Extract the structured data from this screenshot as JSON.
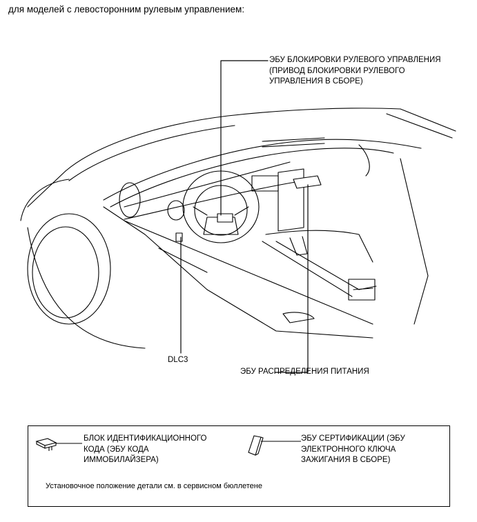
{
  "header": {
    "text": "для моделей с левосторонним рулевым управлением:"
  },
  "callouts": {
    "steering_lock_ecu": "ЭБУ БЛОКИРОВКИ РУЛЕВОГО УПРАВЛЕНИЯ (ПРИВОД БЛОКИРОВКИ РУЛЕВОГО УПРАВЛЕНИЯ В СБОРЕ)",
    "dlc3": "DLC3",
    "power_distribution_ecu": "ЭБУ РАСПРЕДЕЛЕНИЯ ПИТАНИЯ"
  },
  "legend": {
    "item1": {
      "icon": "transponder-key-amplifier-icon",
      "label": "БЛОК ИДЕНТИФИКАЦИОННОГО КОДА (ЭБУ КОДА ИММОБИЛАЙЗЕРА)"
    },
    "item2": {
      "icon": "certification-ecu-icon",
      "label": "ЭБУ СЕРТИФИКАЦИИ (ЭБУ ЭЛЕКТРОННОГО КЛЮЧА ЗАЖИГАНИЯ В СБОРЕ)"
    },
    "note": "Установочное положение детали см. в сервисном бюллетене"
  }
}
